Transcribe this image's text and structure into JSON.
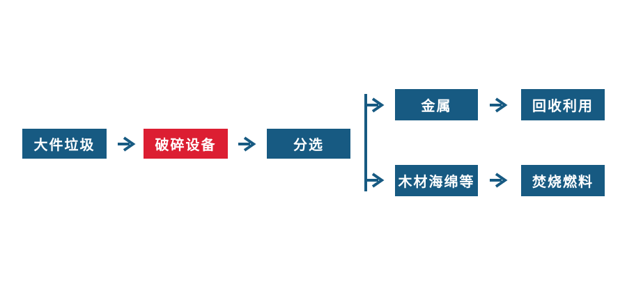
{
  "colors": {
    "primary_blue": "#175a82",
    "accent_red": "#dc1e32",
    "background": "#ffffff",
    "text_on_node": "#ffffff"
  },
  "nodes": {
    "bulky_waste": "大件垃圾",
    "crushing_equipment": "破碎设备",
    "sorting": "分选",
    "metal": "金属",
    "recycling": "回收利用",
    "wood_sponge": "木材海绵等",
    "incineration_fuel": "焚烧燃料"
  },
  "flow": {
    "main_sequence": [
      "大件垃圾",
      "破碎设备",
      "分选"
    ],
    "branches": [
      {
        "from": "分选",
        "path": [
          "金属",
          "回收利用"
        ]
      },
      {
        "from": "分选",
        "path": [
          "木材海绵等",
          "焚烧燃料"
        ]
      }
    ]
  }
}
